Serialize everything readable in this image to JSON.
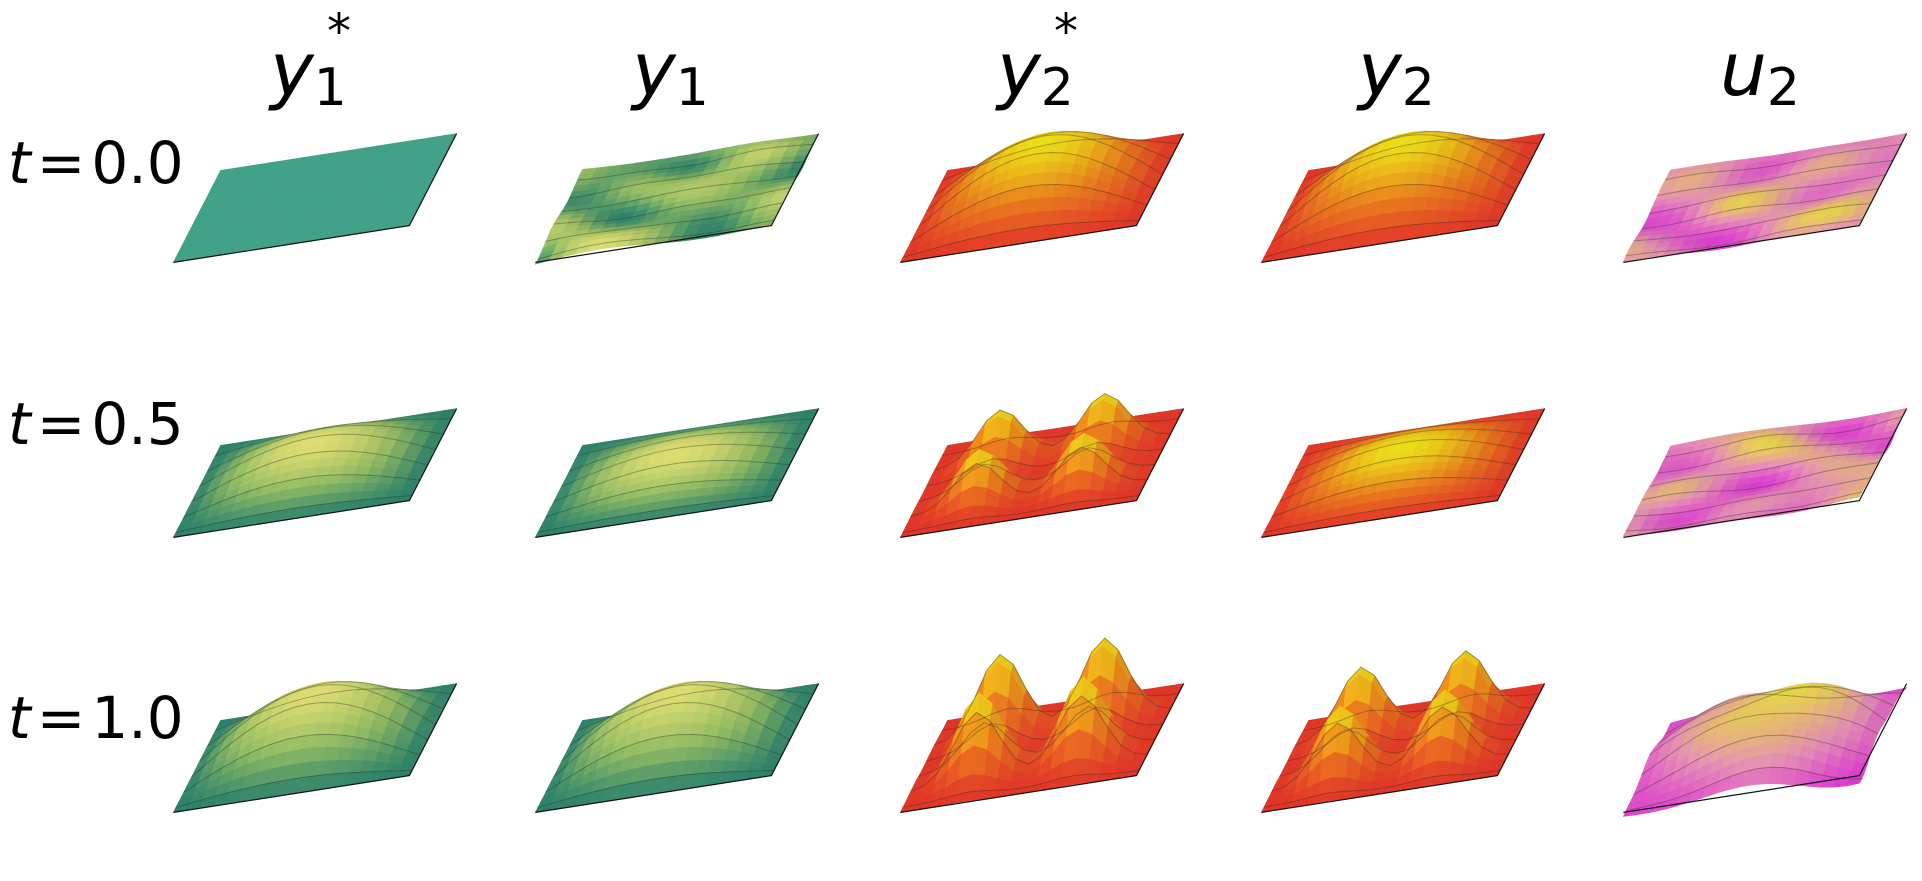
{
  "columns": [
    {
      "var": "y",
      "sub": "1",
      "sup": "*"
    },
    {
      "var": "y",
      "sub": "1",
      "sup": ""
    },
    {
      "var": "y",
      "sub": "2",
      "sup": "*"
    },
    {
      "var": "y",
      "sub": "2",
      "sup": ""
    },
    {
      "var": "u",
      "sub": "2",
      "sup": ""
    }
  ],
  "rows": [
    {
      "var": "t",
      "eq": "=",
      "value": "0.0"
    },
    {
      "var": "t",
      "eq": "=",
      "value": "0.5"
    },
    {
      "var": "t",
      "eq": "=",
      "value": "1.0"
    }
  ],
  "colormaps": {
    "summer": {
      "low": "#2e8b74",
      "mid": "#9cc96a",
      "high": "#f2f07a",
      "flat": "#42a189"
    },
    "autumn": {
      "low": "#f23a2c",
      "mid": "#f98a1e",
      "high": "#fff21a"
    },
    "spring": {
      "low": "#ec3fe0",
      "mid": "#f59ac0",
      "high": "#f9e84a"
    }
  },
  "panels": [
    [
      {
        "cmap": "summer",
        "shape": "flat",
        "height": 0.0
      },
      {
        "cmap": "summer",
        "shape": "noise",
        "height": 0.08
      },
      {
        "cmap": "autumn",
        "shape": "dome",
        "height": 1.0
      },
      {
        "cmap": "autumn",
        "shape": "dome",
        "height": 1.0
      },
      {
        "cmap": "spring",
        "shape": "noise",
        "height": 0.1
      }
    ],
    [
      {
        "cmap": "summer",
        "shape": "dome",
        "height": 0.55
      },
      {
        "cmap": "summer",
        "shape": "dome",
        "height": 0.35
      },
      {
        "cmap": "autumn",
        "shape": "quad-peaks",
        "height": 1.0
      },
      {
        "cmap": "autumn",
        "shape": "dome",
        "height": 0.45
      },
      {
        "cmap": "spring",
        "shape": "noise",
        "height": 0.12
      }
    ],
    [
      {
        "cmap": "summer",
        "shape": "dome",
        "height": 1.0
      },
      {
        "cmap": "summer",
        "shape": "dome",
        "height": 1.0
      },
      {
        "cmap": "autumn",
        "shape": "quad-peaks",
        "height": 1.6
      },
      {
        "cmap": "autumn",
        "shape": "quad-peaks",
        "height": 1.35
      },
      {
        "cmap": "spring",
        "shape": "rough-dome",
        "height": 0.9
      }
    ]
  ]
}
